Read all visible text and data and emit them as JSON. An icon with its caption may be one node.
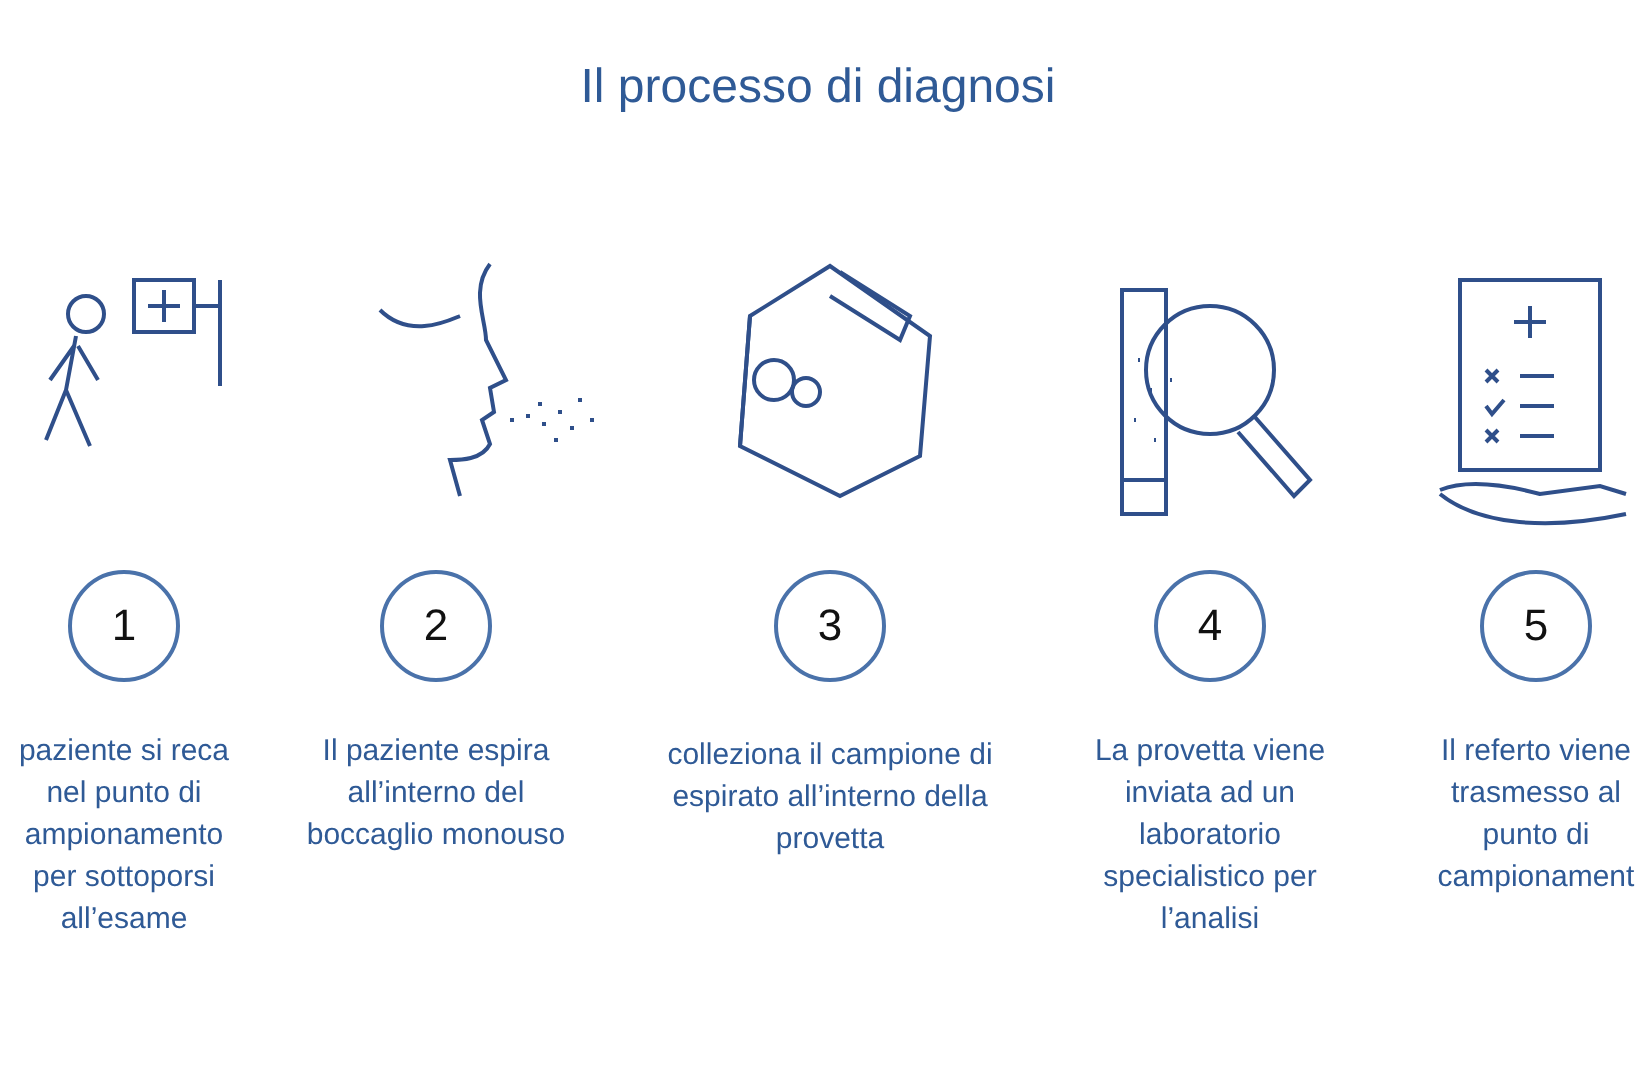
{
  "diagram": {
    "title": "Il processo di diagnosi",
    "nodes": [
      {
        "text": [
          "1"
        ],
        "beside": [
          "paziente si reca nel punto di ampionamento per sottoporsi all’esame"
        ]
      },
      {
        "text": [
          "2"
        ],
        "beside": [
          "Il paziente espira all’interno del boccaglio monouso"
        ]
      },
      {
        "text": [
          "3"
        ],
        "beside": [
          "colleziona il campione di espirato all’interno della provetta"
        ]
      },
      {
        "text": [
          "4"
        ],
        "beside": [
          "La provetta viene inviata ad un laboratorio specialistico per l’analisi"
        ]
      },
      {
        "text": [
          "5"
        ],
        "beside": [
          "Il referto viene trasmesso al punto di campionament"
        ]
      }
    ],
    "edges": []
  }
}
